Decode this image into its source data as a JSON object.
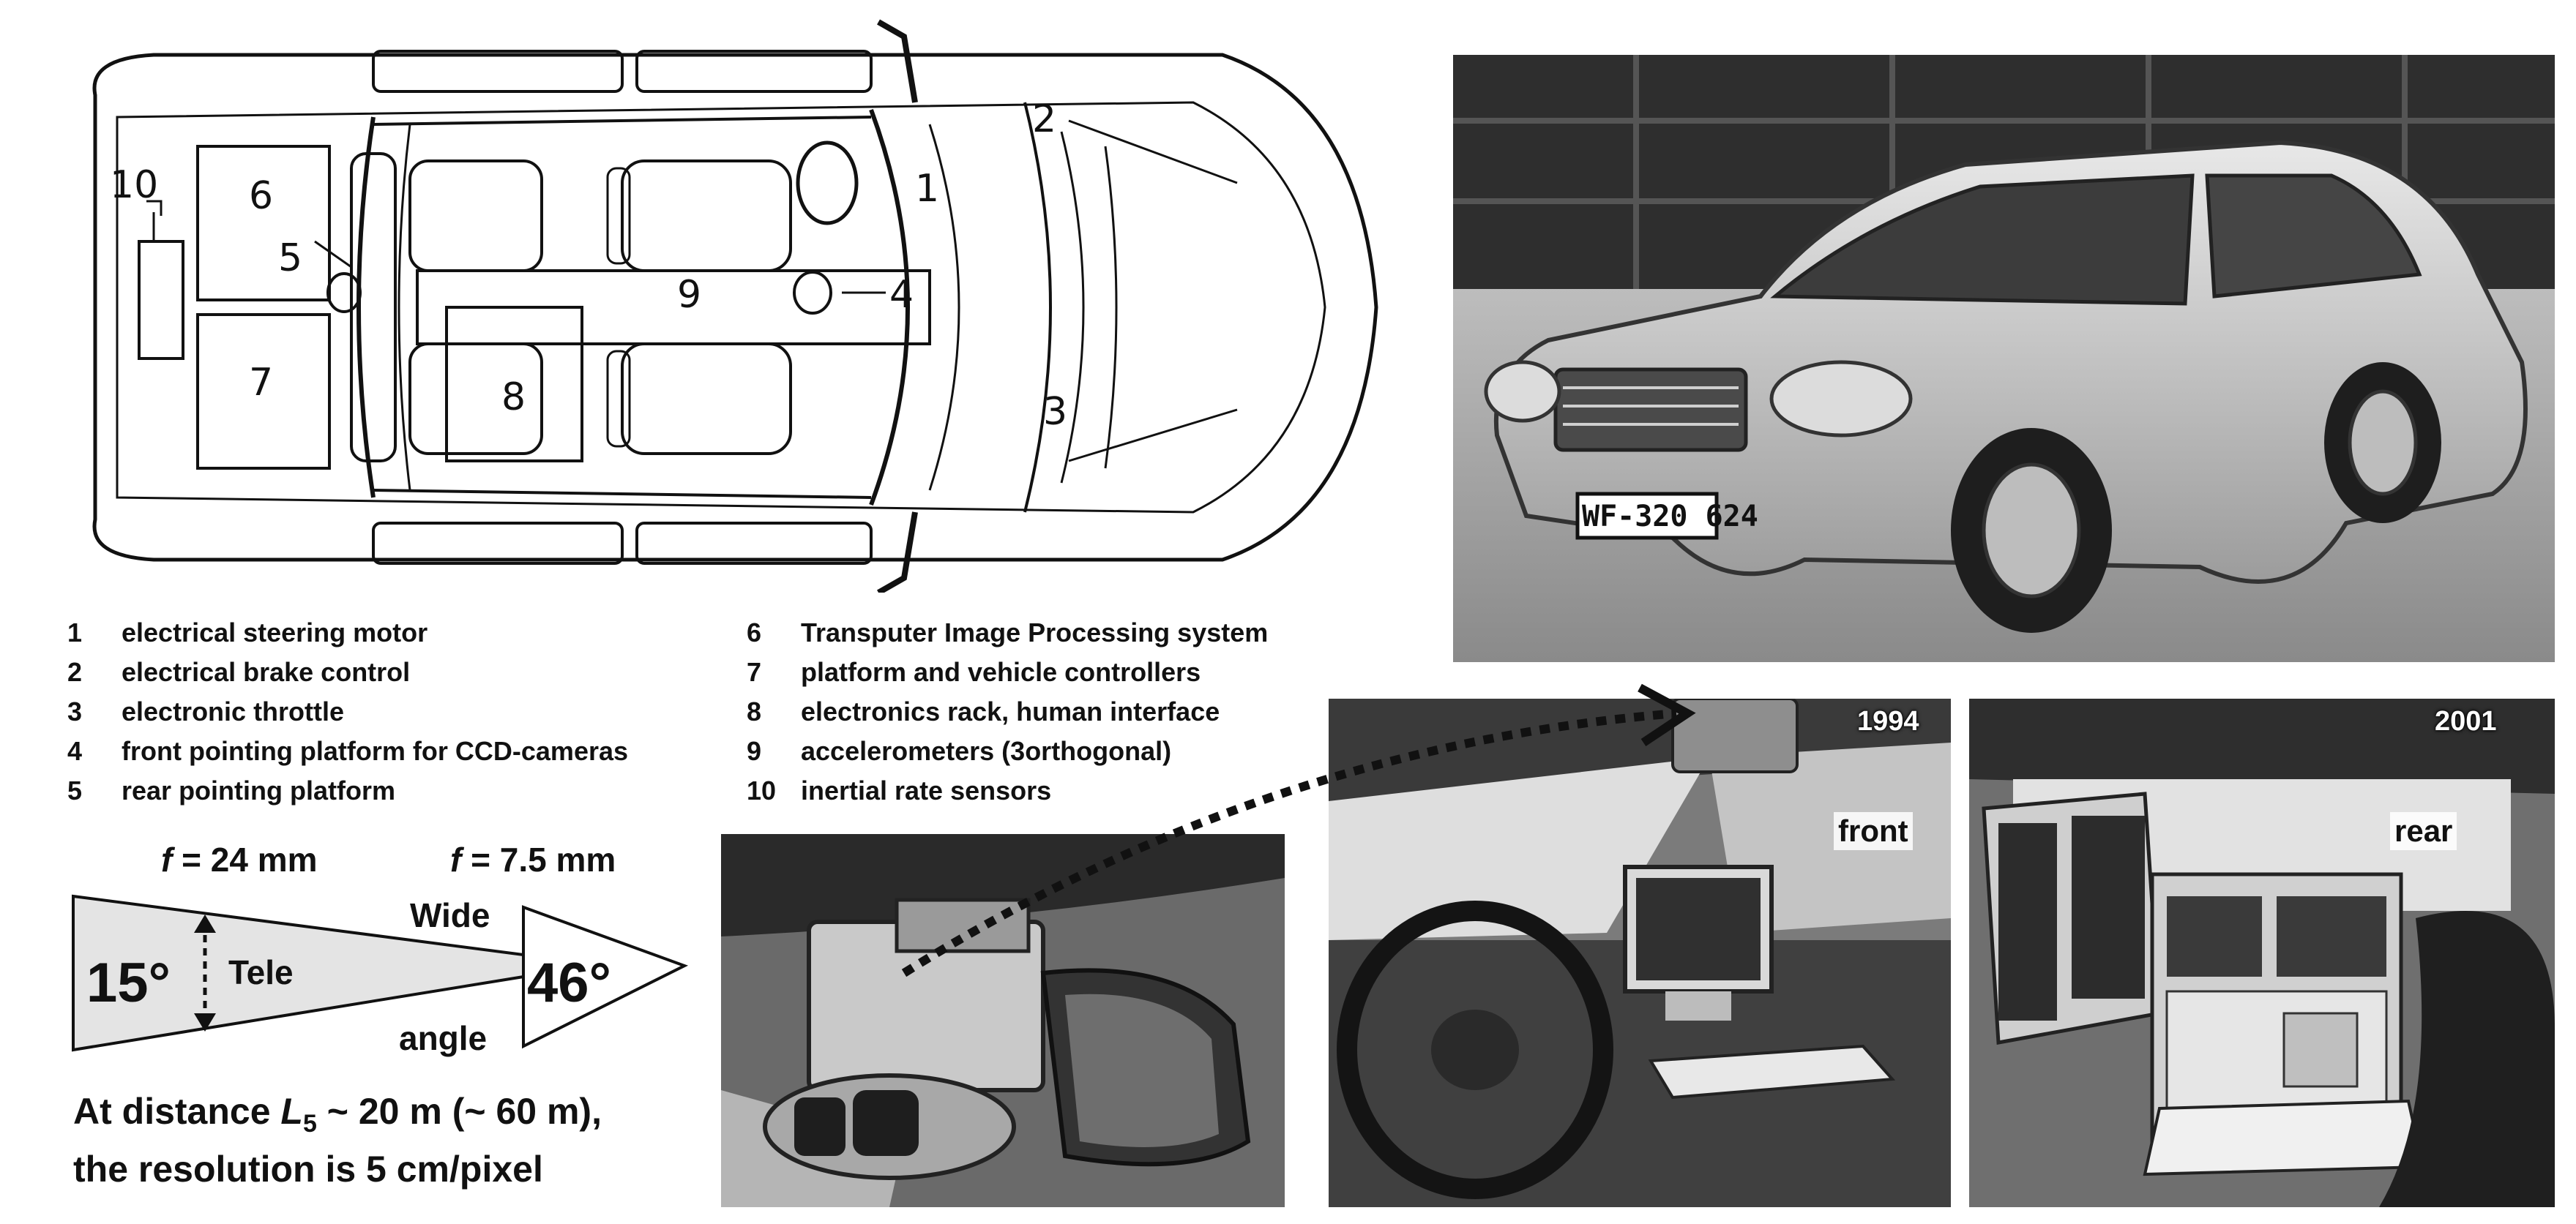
{
  "diagram": {
    "component_numbers": [
      "1",
      "2",
      "3",
      "4",
      "5",
      "6",
      "7",
      "8",
      "9",
      "10"
    ]
  },
  "legend": {
    "left": [
      {
        "num": "1",
        "text": "electrical steering motor"
      },
      {
        "num": "2",
        "text": "electrical brake control"
      },
      {
        "num": "3",
        "text": "electronic throttle"
      },
      {
        "num": "4",
        "text": "front  pointing platform for CCD-cameras"
      },
      {
        "num": "5",
        "text": "rear pointing platform"
      }
    ],
    "right": [
      {
        "num": "6",
        "text": "Transputer Image Processing system"
      },
      {
        "num": "7",
        "text": "platform and vehicle controllers"
      },
      {
        "num": "8",
        "text": "electronics rack, human interface"
      },
      {
        "num": "9",
        "text": "accelerometers (3orthogonal)"
      },
      {
        "num": "10",
        "text": "inertial rate sensors"
      }
    ]
  },
  "fov": {
    "tele_focal_prefix": "f",
    "tele_focal_value": " = 24 mm",
    "wide_focal_prefix": "f",
    "wide_focal_value": " = 7.5 mm",
    "tele_angle": "15°",
    "tele_label": "Tele",
    "wide_label": "Wide",
    "angle_label": "angle",
    "wide_angle": "46°"
  },
  "caption": {
    "line1_a": "At distance ",
    "line1_var": "L",
    "line1_sub": "5",
    "line1_b": " ~ 20 m (~ 60 m),",
    "line2": "the resolution is 5 cm/pixel"
  },
  "photos": {
    "license_plate": "WF-320 624",
    "year_1994": "1994",
    "year_2001": "2001",
    "front_label": "front",
    "rear_label": "rear"
  },
  "colors": {
    "diagram_line": "#111111",
    "fov_fill": "#e4e4e4",
    "photo_dark": "#2a2a2a",
    "photo_mid": "#8c8c8c"
  }
}
